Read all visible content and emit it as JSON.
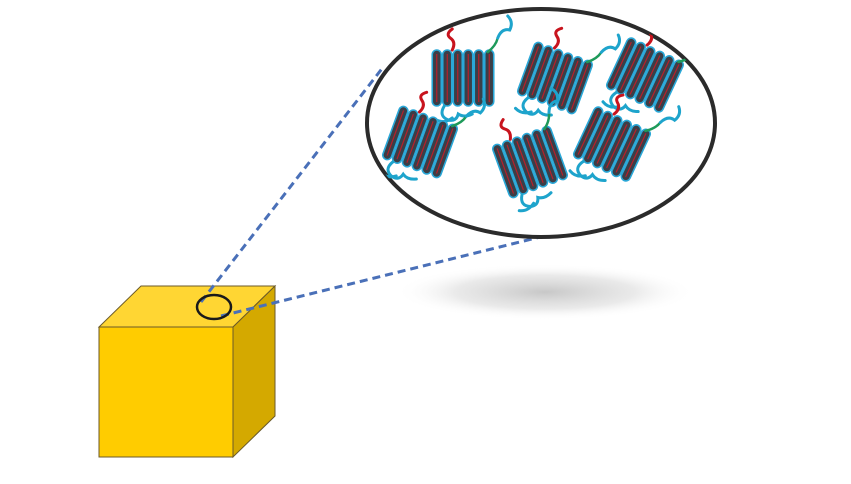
{
  "colors": {
    "background": "#ffffff",
    "cube_front": "#ffcc00",
    "cube_top": "#ffd633",
    "cube_side": "#d4a900",
    "cube_edge": "#6b5a2a",
    "zoom_line": "#4a70b8",
    "lens_border": "#2b2b2b",
    "lens_fill": "#ffffff",
    "shadow": "#9a9a9a",
    "helix_fill": "#3a3f48",
    "helix_stripe_blue": "#2aa8d8",
    "helix_stripe_red": "#b8202a",
    "loop_cyan": "#1ea4cc",
    "tail_red": "#c8141e",
    "linker_green": "#1e9a5a"
  },
  "elements": {
    "cube": "yellow-cube",
    "marker": "sample-ring",
    "lens": "magnified-view",
    "molecules": "helix-bundle-proteins"
  },
  "helix_bundles": [
    {
      "id": "bundle-1",
      "helices": 6,
      "tilt_deg": 0
    },
    {
      "id": "bundle-2",
      "helices": 6,
      "tilt_deg": 20
    },
    {
      "id": "bundle-3",
      "helices": 6,
      "tilt_deg": 25
    },
    {
      "id": "bundle-4",
      "helices": 6,
      "tilt_deg": 20
    },
    {
      "id": "bundle-5",
      "helices": 6,
      "tilt_deg": -20
    },
    {
      "id": "bundle-6",
      "helices": 6,
      "tilt_deg": 25
    }
  ]
}
